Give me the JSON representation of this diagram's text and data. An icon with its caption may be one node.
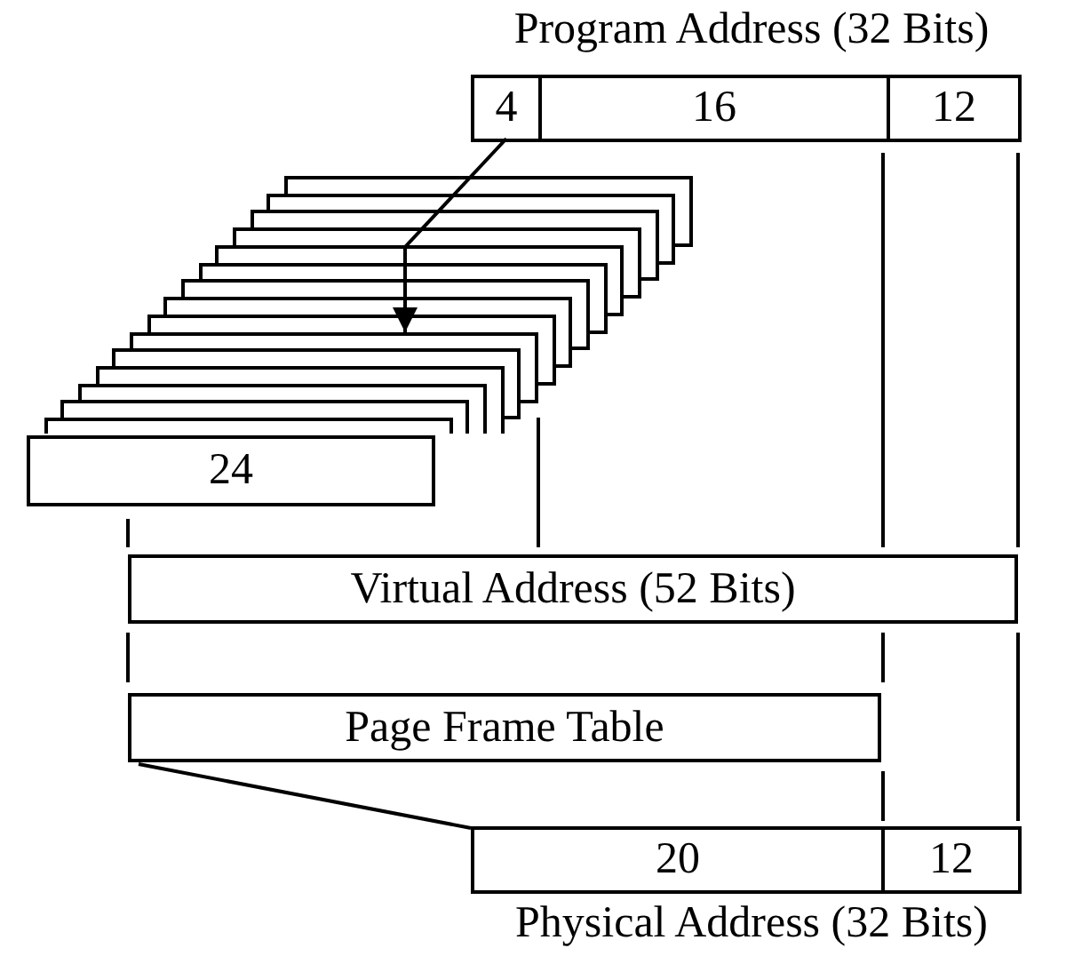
{
  "diagram": {
    "nodes": [
      {
        "text": [
          "Program Address (32 Bits)"
        ]
      },
      {
        "text": [
          "4"
        ],
        "in": 0
      },
      {
        "text": [
          "16"
        ],
        "in": 0
      },
      {
        "text": [
          "12"
        ],
        "in": 0
      },
      {
        "text": [],
        "shape": "stack"
      },
      {
        "text": [
          "24"
        ]
      },
      {
        "text": [
          "Virtual Address (52 Bits)"
        ]
      },
      {
        "text": [
          "Page Frame Table"
        ]
      },
      {
        "text": [
          "Physical Address (32 Bits)"
        ]
      },
      {
        "text": [
          "20"
        ],
        "in": 8
      },
      {
        "text": [
          "12"
        ],
        "in": 8
      }
    ],
    "edges": [
      {
        "from": 1,
        "to": 4,
        "arrow": "to"
      },
      {
        "from": 7,
        "to": 8,
        "arrow": "none"
      }
    ]
  }
}
